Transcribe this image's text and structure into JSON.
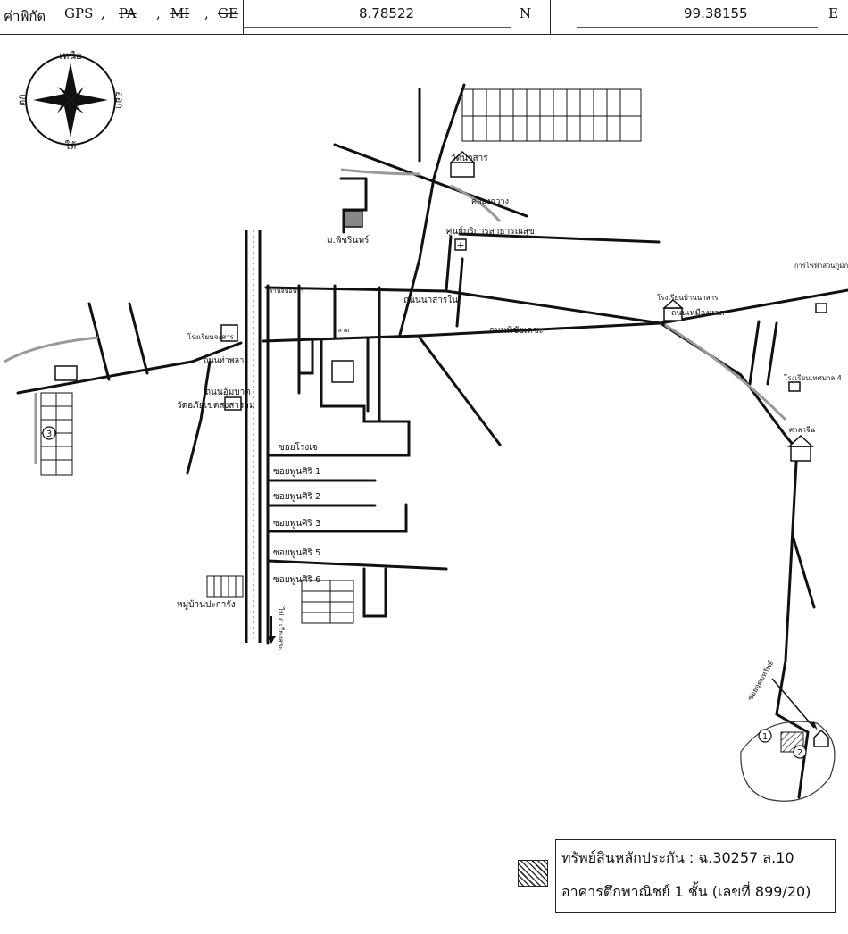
{
  "header": {
    "coord_label": "ค่าพิกัด",
    "gps": "GPS",
    "sep": ",",
    "pa": "PA",
    "mi": "MI",
    "ge": "GE",
    "lat": "8.78522",
    "lat_dir": "N",
    "lon": "99.38155",
    "lon_dir": "E"
  },
  "compass": {
    "north": "เหนือ",
    "east": "ออก",
    "south": "ใต้",
    "west": "ตก"
  },
  "labels": {
    "wat_nasan": "วัดนาสาร",
    "khlong": "คลองฉวาง",
    "mphachin": "ม.พิชรินทร์",
    "health_center": "ศูนย์บริการสาธารณสุข",
    "road_nasarnai": "ถนนนาสารใน",
    "road_phichai": "ถนนพิชัยเดชะ",
    "road_tapha": "ถนนท่าพลา",
    "road_umbat": "ถนนอุ้มบาต",
    "wat_kho": "วัดอภัยเขตสงสาราม",
    "soi_rongje": "ซอยโรงเจ",
    "soi1": "ซอยพูนศิริ 1",
    "soi2": "ซอยพูนศิริ 2",
    "soi3": "ซอยพูนศิริ 3",
    "soi5": "ซอยพูนศิริ 5",
    "soi6": "ซอยพูนศิริ 6",
    "village": "หมู่บ้านปะการัง",
    "school_left": "โรงเรียนจงสาร",
    "school_nasan": "โรงเรียนบ้านนาสาร",
    "road_muangphruat": "ถนนเหมืองหวด",
    "electric": "การไฟฟ้าส่วนภูมิภาค อ.บ้านนาสาร",
    "school_right": "โรงเรียนเทศบาล 4",
    "sala": "ศาลาจีน",
    "soi_right": "ซอยอุดมทรัพย์",
    "to_railway": "ไป อ.เวียงสระ",
    "cross_road": "ถนนท่าพลา",
    "market": "ตลาด",
    "shop": "ร้านจีนอินทร์",
    "marker_1": "1",
    "marker_2": "2",
    "marker_3": "3"
  },
  "legend": {
    "line1": "ทรัพย์สินหลักประกัน : ฉ.30257 ล.10",
    "line2": "อาคารตึกพาณิชย์ 1 ชั้น (เลขที่ 899/20)"
  }
}
